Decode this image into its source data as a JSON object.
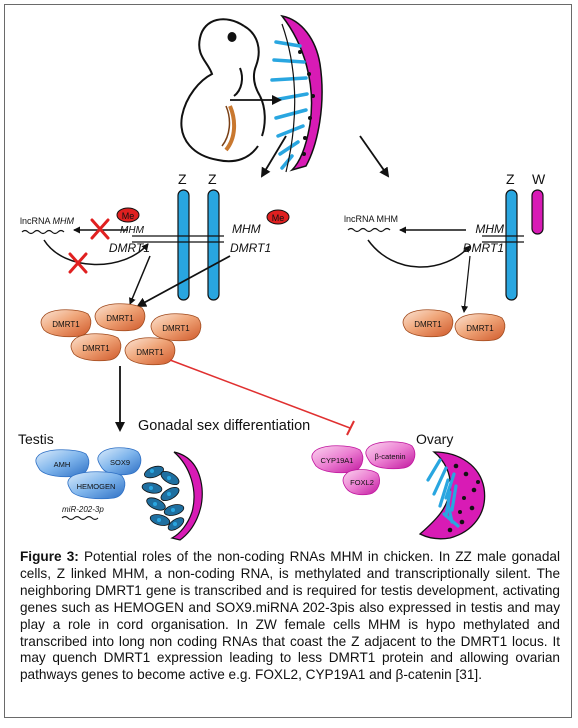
{
  "figure": {
    "chromosomes": {
      "z_left_1": "Z",
      "z_left_2": "Z",
      "z_right": "Z",
      "w_right": "W"
    },
    "left_panel": {
      "lncrna_label_prefix": "lncRNA ",
      "lncrna_label_gene": "MHM",
      "mhm_small": "MHM",
      "me_left": "Me",
      "mhm_right": "MHM",
      "dmrt1_left": "DMRT1",
      "dmrt1_right": "DMRT1",
      "me_right": "Me",
      "proteins": [
        "DMRT1",
        "DMRT1",
        "DMRT1",
        "DMRT1",
        "DMRT1"
      ]
    },
    "right_panel": {
      "lncrna_label": "lncRNA MHM",
      "mhm": "MHM",
      "dmrt1": "DMRT1",
      "proteins": [
        "DMRT1",
        "DMRT1"
      ]
    },
    "gonadal_label": "Gonadal sex differentiation",
    "testis": {
      "title": "Testis",
      "genes": [
        "AMH",
        "SOX9",
        "HEMOGEN"
      ],
      "mirna": "miR-202-3p"
    },
    "ovary": {
      "title": "Ovary",
      "genes": [
        "CYP19A1",
        "β-catenin",
        "FOXL2"
      ]
    },
    "colors": {
      "chromosome_z": "#29a6e0",
      "chromosome_w": "#d81bb5",
      "me_red": "#e02020",
      "dmrt1_orange": "#e07b43",
      "testis_blue": "#4a90d8",
      "ovary_magenta": "#d81bb5",
      "inhibit_red": "#e03030"
    }
  },
  "caption": {
    "label": "Figure 3:",
    "text": " Potential roles of the non-coding RNAs MHM in chicken. In ZZ male gonadal cells, Z linked MHM, a non-coding RNA, is methylated and transcriptionally silent. The neighboring DMRT1 gene is transcribed and is required for testis development, activating genes such as HEMOGEN and SOX9.miRNA 202-3pis also expressed in testis and may play a role in cord organisation. In ZW female cells MHM is hypo methylated and transcribed into long non coding RNAs that coast the Z adjacent to the DMRT1 locus. It may quench DMRT1 expression leading to less DMRT1 protein and allowing ovarian pathways genes to become active e.g. FOXL2, CYP19A1 and β-catenin [31]."
  }
}
